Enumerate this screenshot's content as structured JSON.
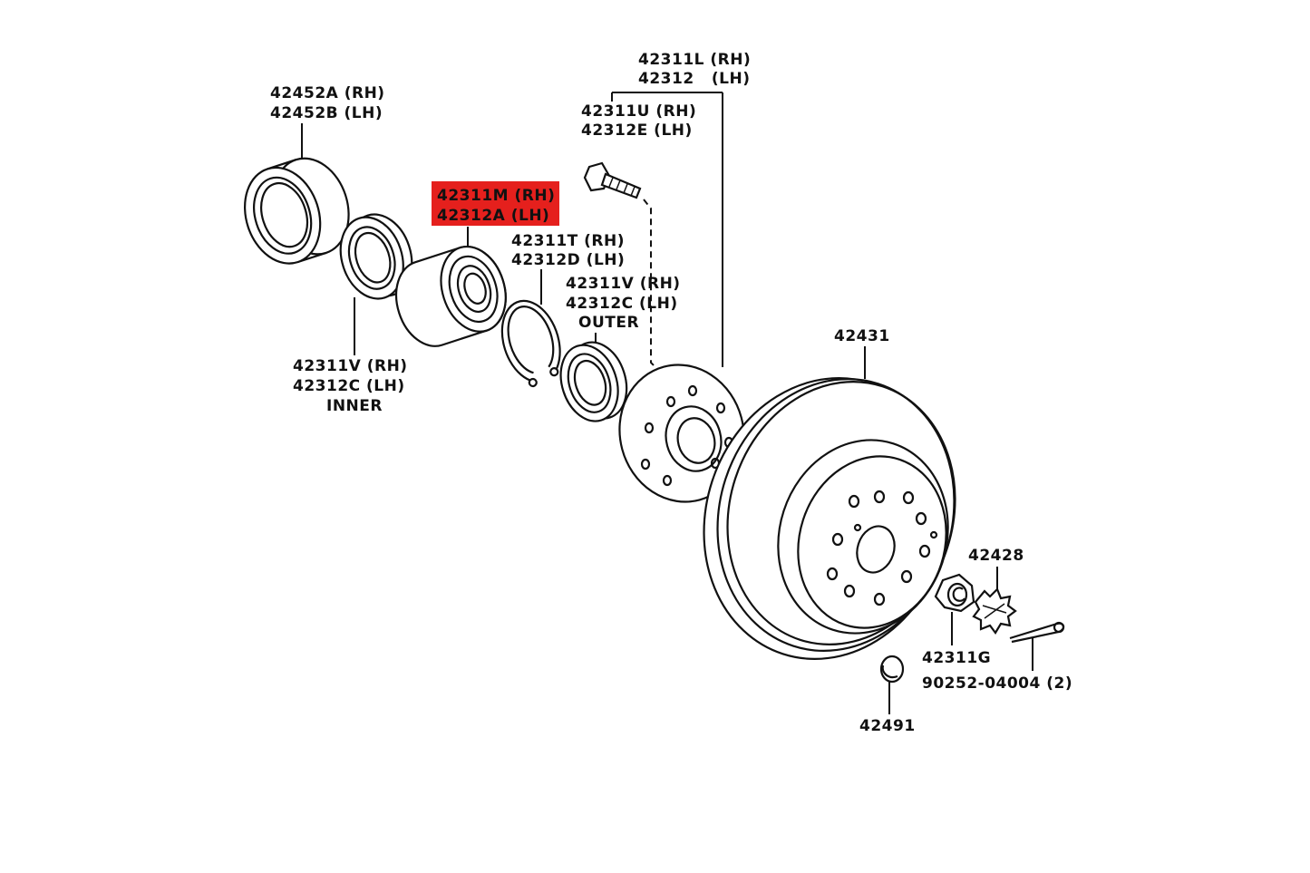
{
  "colors": {
    "highlight": "#e5201d",
    "ink": "#111111",
    "background": "#ffffff"
  },
  "labels": {
    "seal_rh": "42452A (RH)",
    "seal_lh": "42452B (LH)",
    "hub_rh": "42311L (RH)",
    "hub_lh": "42312   (LH)",
    "bolt_rh": "42311U (RH)",
    "bolt_lh": "42312E (LH)",
    "bearing_rh": "42311M (RH)",
    "bearing_lh": "42312A (LH)",
    "snap_rh": "42311T (RH)",
    "snap_lh": "42312D (LH)",
    "outer_seal_rh": "42311V (RH)",
    "outer_seal_lh": "42312C (LH)",
    "outer_note": "OUTER",
    "inner_seal_rh": "42311V (RH)",
    "inner_seal_lh": "42312C (LH)",
    "inner_note": "INNER",
    "rotor": "42431",
    "lock_cap": "42428",
    "nut": "42311G",
    "cotter_pin": "90252-04004 (2)",
    "cap": "42491"
  }
}
